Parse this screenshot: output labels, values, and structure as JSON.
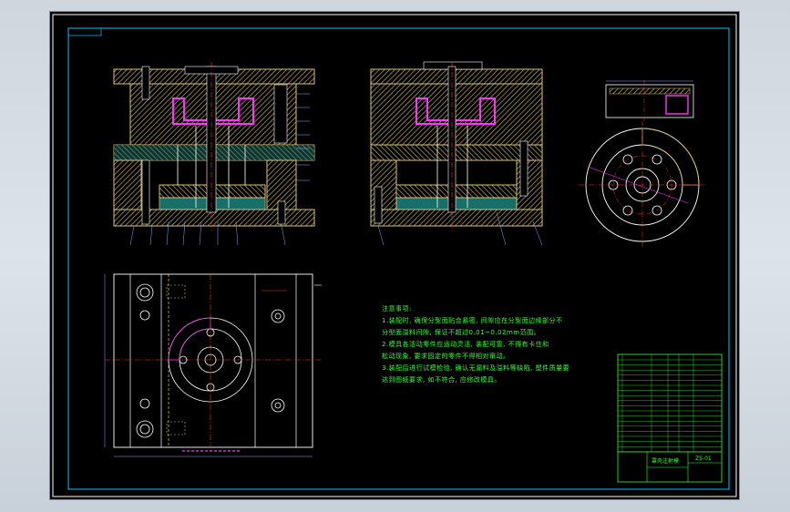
{
  "colors": {
    "background": "#000000",
    "frame": "#ffffff",
    "inner_frame": "#00ffff",
    "hatch": "#d9c27a",
    "cavity": "#ff33ff",
    "centerline": "#ff3030",
    "notes_text": "#33ff33",
    "dimension": "#5f7cff",
    "workspace": "#d6dce3"
  },
  "notes": {
    "title": "注意事项:",
    "lines": [
      "1.装配时, 确保分型面贴合紧密, 间隙应在分型面边缘部分不",
      "分型面溢料间隙, 保证不超过0.01~0.02mm范围。",
      "2.模具各活动零件应运动灵活, 装配可靠, 不得有卡住和",
      "松动现象, 要求固定的零件不得相对窜动。",
      "3.装配后进行试模检验, 确认无漏料及溢料等缺陷, 塑件质量要",
      "达到图纸要求, 如不符合, 应修改模具。"
    ]
  },
  "title_block": {
    "drawing_title": "罩壳注射模",
    "drawing_code": "ZS-01"
  }
}
